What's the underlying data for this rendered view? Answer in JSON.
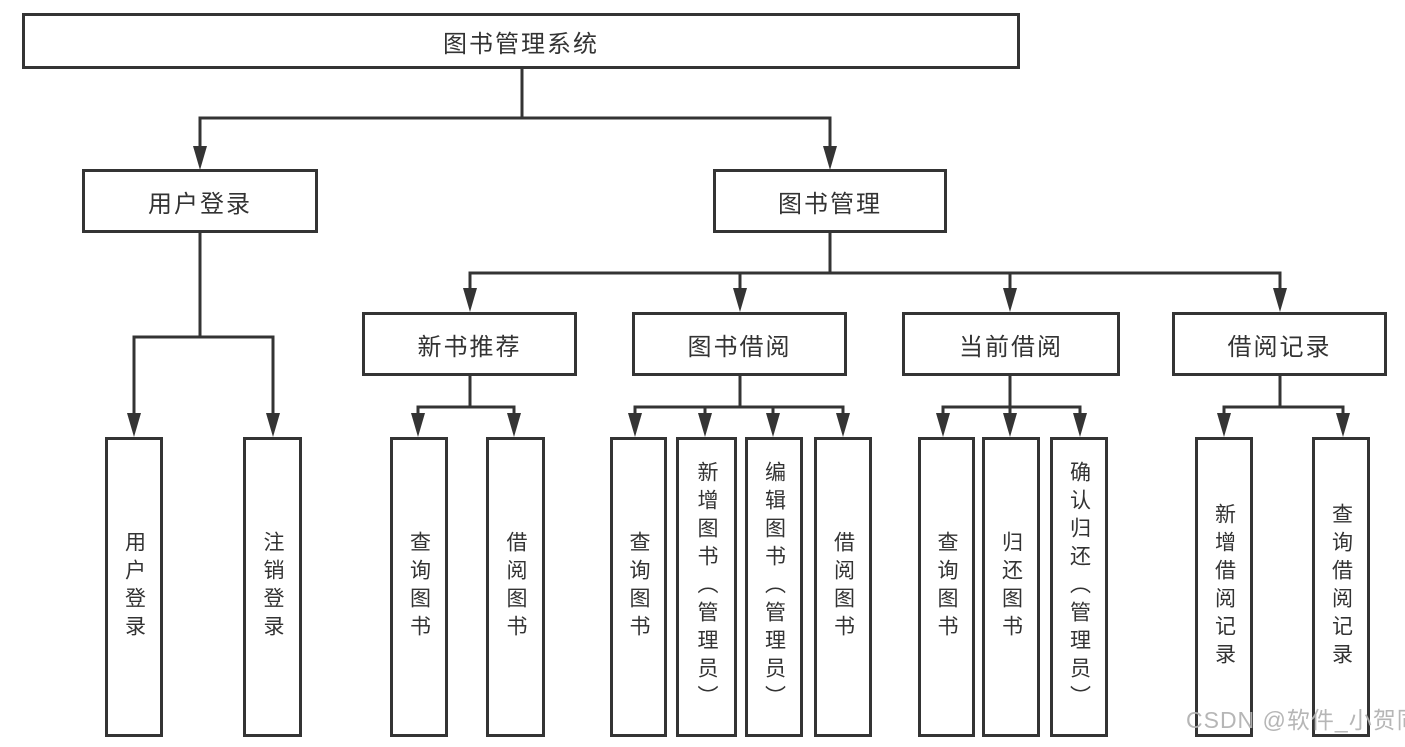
{
  "diagram": {
    "tree": {
      "label": "图书管理系统",
      "children": [
        {
          "label": "用户登录",
          "children": [
            {
              "label": "用户登录"
            },
            {
              "label": "注销登录"
            }
          ]
        },
        {
          "label": "图书管理",
          "children": [
            {
              "label": "新书推荐",
              "children": [
                {
                  "label": "查询图书"
                },
                {
                  "label": "借阅图书"
                }
              ]
            },
            {
              "label": "图书借阅",
              "children": [
                {
                  "label": "查询图书"
                },
                {
                  "label": "新增图书（管理员）"
                },
                {
                  "label": "编辑图书（管理员）"
                },
                {
                  "label": "借阅图书"
                }
              ]
            },
            {
              "label": "当前借阅",
              "children": [
                {
                  "label": "查询图书"
                },
                {
                  "label": "归还图书"
                },
                {
                  "label": "确认归还（管理员）"
                }
              ]
            },
            {
              "label": "借阅记录",
              "children": [
                {
                  "label": "新增借阅记录"
                },
                {
                  "label": "查询借阅记录"
                }
              ]
            }
          ]
        }
      ]
    },
    "colors": {
      "line": "#343434",
      "text": "#333333",
      "background": "#ffffff",
      "watermark_text": "#b2b2b2"
    }
  },
  "watermark": {
    "text": "CSDN @软件_小贺同学"
  }
}
